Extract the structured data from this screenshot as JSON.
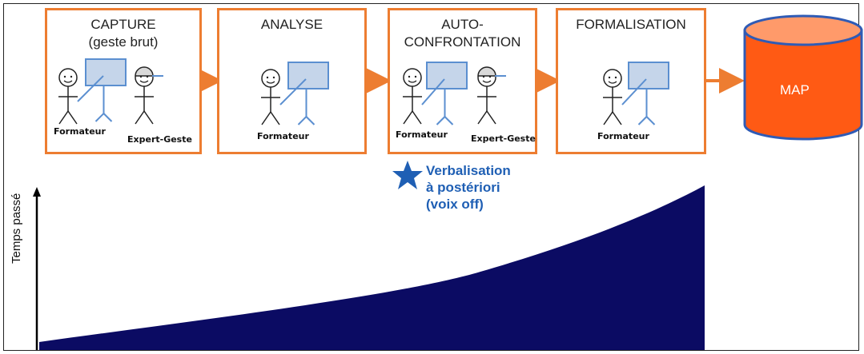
{
  "stages": [
    {
      "title": "CAPTURE\n(geste brut)",
      "labels": [
        "Formateur",
        "Expert-Geste"
      ]
    },
    {
      "title": "ANALYSE",
      "labels": [
        "Formateur"
      ]
    },
    {
      "title": "AUTO-\nCONFRONTATION",
      "labels": [
        "Formateur",
        "Expert-Geste"
      ]
    },
    {
      "title": "FORMALISATION",
      "labels": [
        "Formateur"
      ]
    }
  ],
  "database": {
    "label": "MAP"
  },
  "annotation": {
    "text": "Verbalisation\nà postériori\n(voix off)",
    "icon": "star-icon"
  },
  "chart": {
    "ylabel": "Temps passé",
    "trend": "increasing"
  },
  "colors": {
    "stage_border": "#ed7d31",
    "arrow": "#ed7d31",
    "database_fill": "#ff5a14",
    "database_top": "#ff9a6a",
    "database_border": "#2f5bb5",
    "board_fill": "#c5d5ea",
    "board_border": "#5b8fd0",
    "area_fill": "#0b0b63",
    "star": "#1f5fb4"
  }
}
